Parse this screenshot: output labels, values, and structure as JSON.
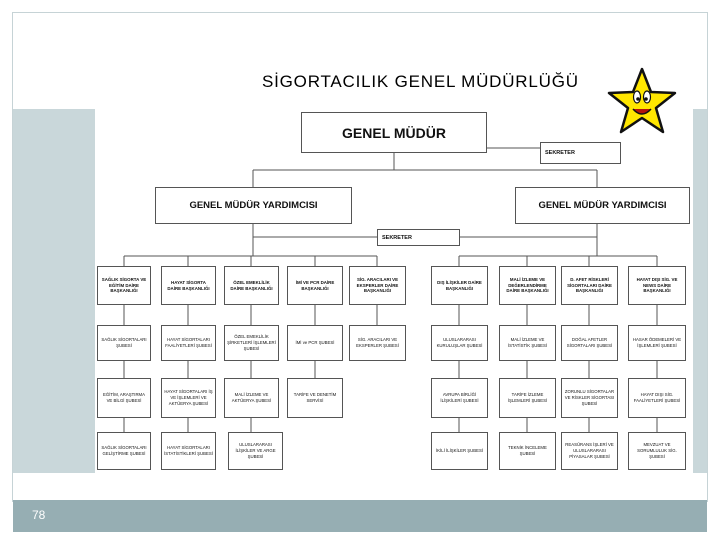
{
  "slide": {
    "title": "SİGORTACILIK GENEL MÜDÜRLÜĞÜ",
    "page_number": "78"
  },
  "org": {
    "top": "GENEL MÜDÜR",
    "top_secretary": "SEKRETER",
    "deputy_left": "GENEL MÜDÜR YARDIMCISI",
    "deputy_right": "GENEL MÜDÜR YARDIMCISI",
    "deputy_secretary": "SEKRETER",
    "departments": [
      {
        "name": "SAĞLIK SİGORTA VE EĞİTİM DAİRE BAŞKANLIĞI",
        "units": [
          "SAĞLIK SİGORTALARI ŞUBESİ",
          "EĞİTİM, ARAŞTIRMA VE BİLGİ ŞUBESİ",
          "SAĞLIK SİGORTALARI GELİŞTİRME ŞUBESİ"
        ]
      },
      {
        "name": "HAYAT SİGORTA DAİRE BAŞKANLIĞI",
        "units": [
          "HAYAT SİGORTALARI FAALİYETLERİ ŞUBESİ",
          "HAYAT SİGORTALARI İŞ VE İŞLEMLERİ VE AKTÜERYA ŞUBESİ",
          "HAYAT SİGORTALARI İSTATİSTİKLERİ ŞUBESİ"
        ]
      },
      {
        "name": "ÖZEL EMEKLİLİK DAİRE BAŞKANLIĞI",
        "units": [
          "ÖZEL EMEKLİLİK ŞİRKETLERİ İŞLEMLERİ ŞUBESİ",
          "MALİ İZLEME VE AKTÜERYA ŞUBESİ",
          "ULUSLARARASI İLİŞKİLER VE ARGE ŞUBESİ"
        ]
      },
      {
        "name": "İMİ VE PCR DAİRE BAŞKANLIĞI",
        "units": [
          "İMİ ve PCR ŞUBESİ",
          "TARİFE VE DENETİM SERVİSİ"
        ]
      },
      {
        "name": "SİG. ARACILARI VE EKSPERLER DAİRE BAŞKANLIĞI",
        "units": [
          "SİG. ARACILARI VE EKSPERLER ŞUBESİ"
        ]
      },
      {
        "name": "DIŞ İLİŞKİLER DAİRE BAŞKANLIĞI",
        "units": [
          "ULUSLARARASI KURULUŞLAR ŞUBESİ",
          "AVRUPA BİRLİĞİ İLİŞKİLERİ ŞUBESİ",
          "İKİLİ İLİŞKİLER ŞUBESİ"
        ]
      },
      {
        "name": "MALİ İZLEME VE DEĞERLENDİRME DAİRE BAŞKANLIĞI",
        "units": [
          "MALİ İZLEME VE İSTATİSTİK ŞUBESİ",
          "TARİFE İZLEME İŞLEMLERİ ŞUBESİ",
          "TEKNİK İNCELEME ŞUBESİ"
        ]
      },
      {
        "name": "D. AFET RİSKLERİ SİGORTALARI DAİRE BAŞKANLIĞI",
        "units": [
          "DOĞAL AFETLER SİGORTALARI ŞUBESİ",
          "ZORUNLU SİGORTALAR VE RİSKLER SİGORTASI ŞUBESİ",
          "REASÜRANS İŞLERİ VE ULUSLARARASI PİYASALAR ŞUBESİ"
        ]
      },
      {
        "name": "HAYAT DIŞI SİG. VE NEWS DAİRE BAŞKANLIĞI",
        "units": [
          "HASAR ÖDEMELERİ VE İŞLEMLERİ ŞUBESİ",
          "HAYAT DIŞI SİG. FAALİYETLERİ ŞUBESİ",
          "MEVZUAT VE SORUMLULUK SİG. ŞUBESİ"
        ]
      }
    ]
  },
  "colors": {
    "blue_band": "#c9d7da",
    "bottom_bar": "#96aeb3",
    "star_fill": "#ffe600"
  }
}
